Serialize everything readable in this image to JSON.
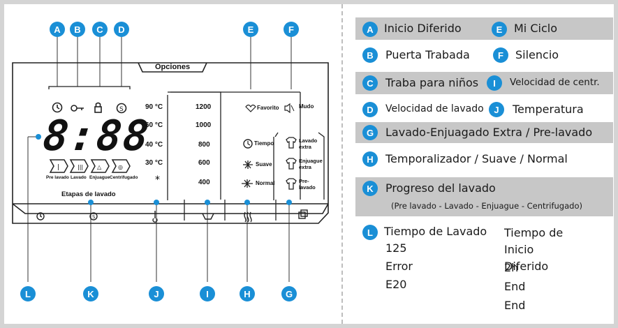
{
  "panel": {
    "opciones": "Opciones",
    "digits": "8:88",
    "temps": [
      "90 °C",
      "60 °C",
      "40 °C",
      "30 °C"
    ],
    "speeds": [
      "1200",
      "1000",
      "800",
      "600",
      "400"
    ],
    "favorito": "Favorito",
    "mudo": "Mudo",
    "tiempo": "Tiempo",
    "suave": "Suave",
    "normal": "Normal",
    "lavado_extra": "Lavado extra",
    "enjuague_extra": "Enjuague extra",
    "pre_lavado": "Pre-lavado",
    "stages": [
      "Pre lavado",
      "Lavado",
      "Enjuague",
      "Centrifugado"
    ],
    "etapas": "Etapas de lavado",
    "markers": {
      "top": [
        "A",
        "B",
        "C",
        "D",
        "E",
        "F"
      ],
      "bottom": [
        "L",
        "K",
        "J",
        "I",
        "H",
        "G"
      ]
    }
  },
  "legend": {
    "A": "Inicio Diferido",
    "E": "Mi Ciclo",
    "B": "Puerta Trabada",
    "F": "Silencio",
    "C": "Traba para niños",
    "I": "Velocidad de centr.",
    "D": "Velocidad de lavado",
    "J": "Temperatura",
    "G": "Lavado-Enjuagado Extra / Pre-lavado",
    "H": "Temporalizador / Suave / Normal",
    "K": "Progreso del lavado",
    "K_sub": "(Pre lavado - Lavado - Enjuague - Centrifugado)",
    "L": "Tiempo de Lavado",
    "L_col2": "Tiempo de Inicio Diferido",
    "examples_left": [
      "125",
      "Error",
      "E20"
    ],
    "examples_right": [
      "2h",
      "End",
      "End"
    ]
  },
  "colors": {
    "accent": "#1a8fd6",
    "highlight": "#c7c7c7"
  }
}
